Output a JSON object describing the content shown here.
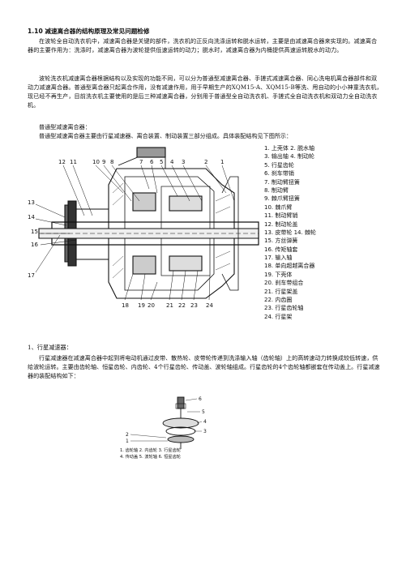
{
  "section_heading": "1.10 减速离合器的结构原理及常见问题检修",
  "paragraph_1": "在波轮全自动洗衣机中，减速离合器是关键的部件，洗衣机的正反向洗涤运转和脱水运转，主要是由减速离合器来实现的。减速离合器的主要作用为：洗涤时，减速离合器为波轮提供低速运转的动力；脱水时，减速离合器为内桶提供高速运转脱水的动力。",
  "paragraph_2": "波轮洗衣机减速离合器根据结构以及实现的功能不同，可以分为普通型减速离合器、手搓式减速离合器、同心洗电机离合器部件和双动力减速离合器。普通型离合器只起离合作用，没有减速作用，用于早期生产的XQM15-A、XQM15-B等洗、甩自动的小小神童洗衣机，现已经不再生产，目前洗衣机主要使用的是后三种减速离合器，分别用于普通型全自动洗衣机、手搓式全自动洗衣机和双动力全自动洗衣机。",
  "line_1": "普通型减速离合器：",
  "line_2": "普通型减速离合器主要由行星减速器、离合装置、制动装置三部分组成。具体装配结构见下图所示：",
  "diagram_numbers_top": [
    "12",
    "11",
    "10",
    "9",
    "8",
    "7",
    "6",
    "5",
    "4",
    "3",
    "2",
    "1"
  ],
  "diagram_numbers_left": [
    "13",
    "14",
    "15",
    "16",
    "17"
  ],
  "diagram_numbers_bottom": [
    "18",
    "19",
    "20",
    "21",
    "22",
    "23",
    "24"
  ],
  "legend": [
    "1. 上壳体   2. 脱水轴",
    "3. 输出轴   4. 制动轮",
    "5. 行星齿轮",
    "6. 刹车带销",
    "7. 制动臂扭簧",
    "8. 制动臂",
    "9. 棘爪臂扭簧",
    "10. 棘爪臂",
    "11. 制动臂销",
    "12. 制动轮盖",
    "13. 皮带轮   14. 棘轮",
    "15. 方丝弹簧",
    "16. 传矩轴套",
    "17. 输入轴",
    "18. 单向超越离合器",
    "19. 下壳体",
    "20. 刹车带组合",
    "21. 行星架盖",
    "22. 内齿圈",
    "23. 行星齿轮轴",
    "24. 行星架"
  ],
  "subheading": "1、行星减速器：",
  "paragraph_3": "行星减速器在减速离合器中起到将电动机通过皮带、散热轮、皮带轮传递到洗涤输入轴（齿轮轴）上的高转速动力转换成较低转速，供给波轮运转。主要由齿轮轴、恒星齿轮、内齿轮、4个行星齿轮、传动盖、波轮轴组成。行星齿轮的4个齿轮轴都嵌套在传动盖上。行星减速器的装配结构如下：",
  "diagram2_numbers": [
    "6",
    "5",
    "4",
    "3",
    "2",
    "1"
  ],
  "caption_lines": [
    "1. 齿轮轴   2. 内齿轮   3. 行星齿轮",
    "4. 传动盖   5. 波轮轴   6. 恒星齿轮"
  ]
}
